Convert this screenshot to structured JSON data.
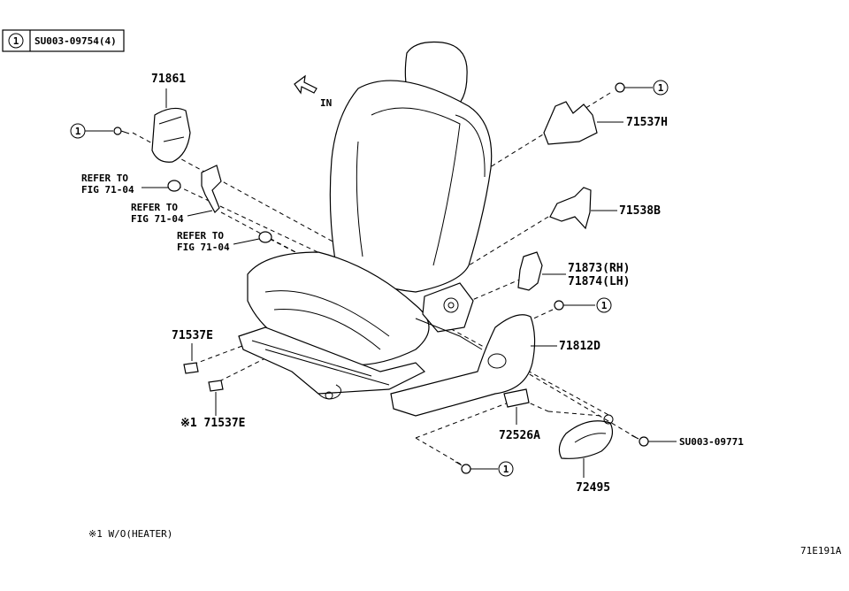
{
  "legend": {
    "symbol": "1",
    "part_no": "SU003-09754(4)"
  },
  "arrow_label": "IN",
  "callout_symbol": "1",
  "parts": {
    "p71861": "71861",
    "p71537H": "71537H",
    "p71538B": "71538B",
    "p71873": "71873(RH)",
    "p71874": "71874(LH)",
    "p71812D": "71812D",
    "p71537E": "71537E",
    "p71537E_alt": "※1 71537E",
    "p72526A": "72526A",
    "p72495": "72495",
    "pSU003": "SU003-09771"
  },
  "refer": {
    "line1": "REFER TO",
    "line2": "FIG 71-04"
  },
  "footnote": "※1 W/O(HEATER)",
  "figure_id": "71E191A"
}
